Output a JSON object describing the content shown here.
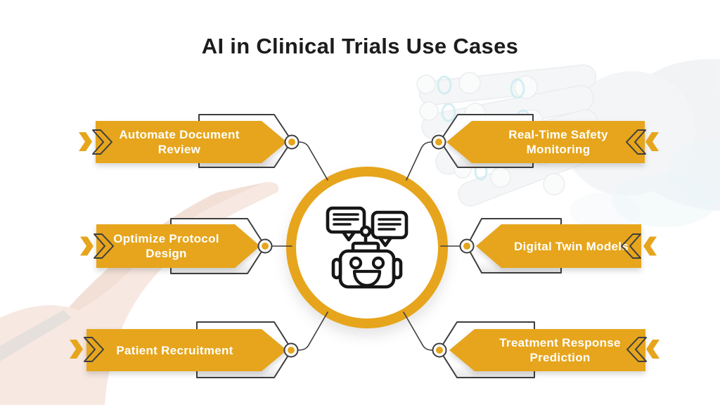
{
  "title": "AI in Clinical Trials Use Cases",
  "center": {
    "icon": "chatbot-icon"
  },
  "use_cases": {
    "left": [
      {
        "label": "Automate Document Review",
        "lines": [
          "Automate Document",
          "Review"
        ]
      },
      {
        "label": "Optimize Protocol Design",
        "lines": [
          "Optimize Protocol",
          "Design"
        ]
      },
      {
        "label": "Patient Recruitment",
        "lines": [
          "Patient Recruitment"
        ]
      }
    ],
    "right": [
      {
        "label": "Real-Time Safety Monitoring",
        "lines": [
          "Real-Time Safety",
          "Monitoring"
        ]
      },
      {
        "label": "Digital Twin Models",
        "lines": [
          "Digital Twin Models"
        ]
      },
      {
        "label": "Treatment Response Prediction",
        "lines": [
          "Treatment Response",
          "Prediction"
        ]
      }
    ]
  },
  "colors": {
    "accent_gold": "#E6A51C",
    "outline_dark": "#3E3E40",
    "banner_text": "#FFFFFF",
    "title_text": "#1C1C1E",
    "background": "#FFFFFF"
  },
  "icons": {
    "center": "chatbot-icon",
    "left_banners": "double-chevron-right-icon",
    "right_banners": "double-chevron-left-icon",
    "connectors": "connector-dot"
  }
}
